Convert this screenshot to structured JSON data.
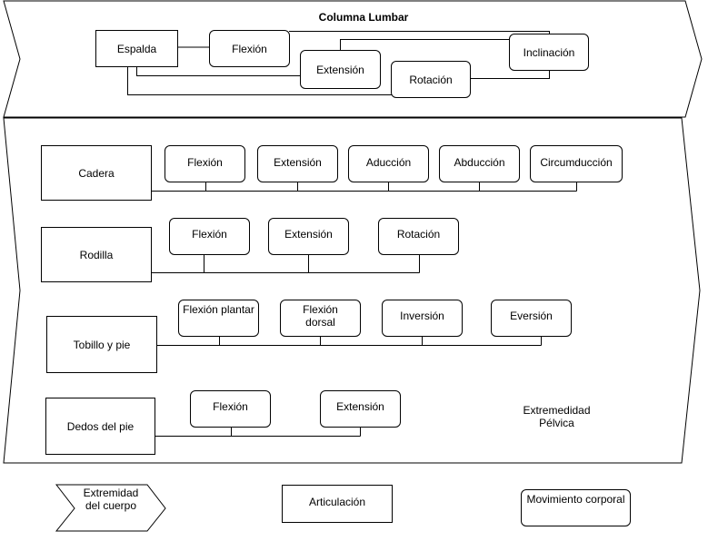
{
  "diagram": {
    "lumbar": {
      "title": "Columna Lumbar",
      "group": "Espalda",
      "movements": {
        "flexion": "Flexión",
        "extension": "Extensión",
        "rotacion": "Rotación",
        "inclinacion": "Inclinación"
      }
    },
    "pelvic": {
      "title": "Extremedidad Pélvica",
      "joints": {
        "cadera": {
          "name": "Cadera",
          "movements": [
            "Flexión",
            "Extensión",
            "Aducción",
            "Abducción",
            "Circumducción"
          ]
        },
        "rodilla": {
          "name": "Rodilla",
          "movements": [
            "Flexión",
            "Extensión",
            "Rotación"
          ]
        },
        "tobillo": {
          "name": "Tobillo y pie",
          "movements": [
            "Flexión plantar",
            "Flexión dorsal",
            "Inversión",
            "Eversión"
          ]
        },
        "dedos": {
          "name": "Dedos del pie",
          "movements": [
            "Flexión",
            "Extensión"
          ]
        }
      }
    },
    "legend": {
      "extremity": "Extremidad del cuerpo",
      "joint": "Articulación",
      "movement": "Movimiento corporal"
    }
  }
}
